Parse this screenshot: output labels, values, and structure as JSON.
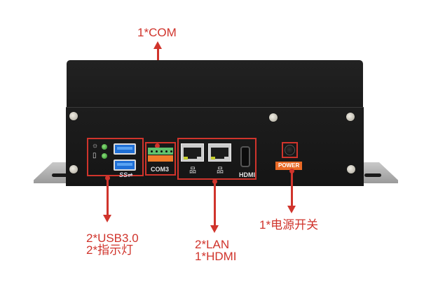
{
  "labels": {
    "com": "1*COM",
    "usb_line1": "2*USB3.0",
    "usb_line2": "2*指示灯",
    "lan_line1": "2*LAN",
    "lan_line2": "1*HDMI",
    "power": "1*电源开关"
  },
  "ports": {
    "com_label": "COM3",
    "hdmi_label": "HDMI",
    "power_label": "POWER",
    "usb_logo": "SS⇌",
    "led_icons": [
      "sun-icon",
      "disk-icon"
    ],
    "lan_icon": "network-icon"
  },
  "colors": {
    "annotation": "#d0342c",
    "chassis": "#1a1a1a",
    "power_tag": "#ea6a26",
    "usb_blue": "#1f6fd6",
    "terminal_green": "#5fc06d",
    "terminal_orange": "#f07c2a"
  }
}
